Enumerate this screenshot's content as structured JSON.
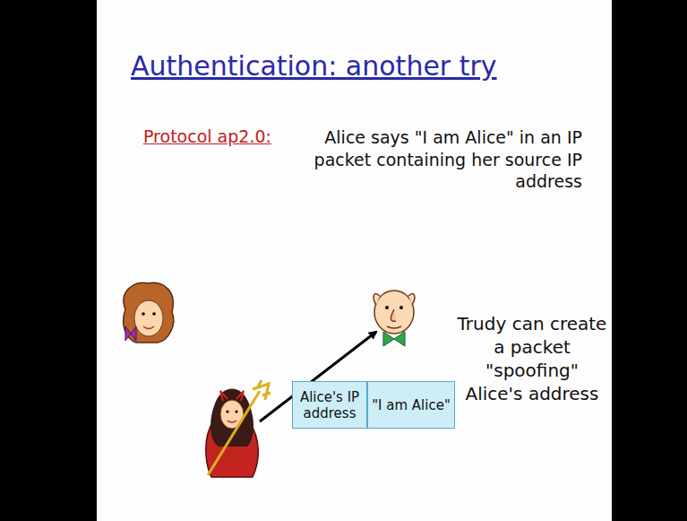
{
  "diagram": {
    "title": "Authentication: another try",
    "nodes": [
      {
        "text": [
          "Alice's IP address"
        ]
      },
      {
        "text": [
          "\"I am Alice\""
        ]
      }
    ],
    "labels": [
      "Protocol ap2.0:",
      "Alice says \"I am Alice\" in an IP packet containing her source IP address",
      "Trudy can create a packet \"spoofing\" Alice's address"
    ]
  }
}
